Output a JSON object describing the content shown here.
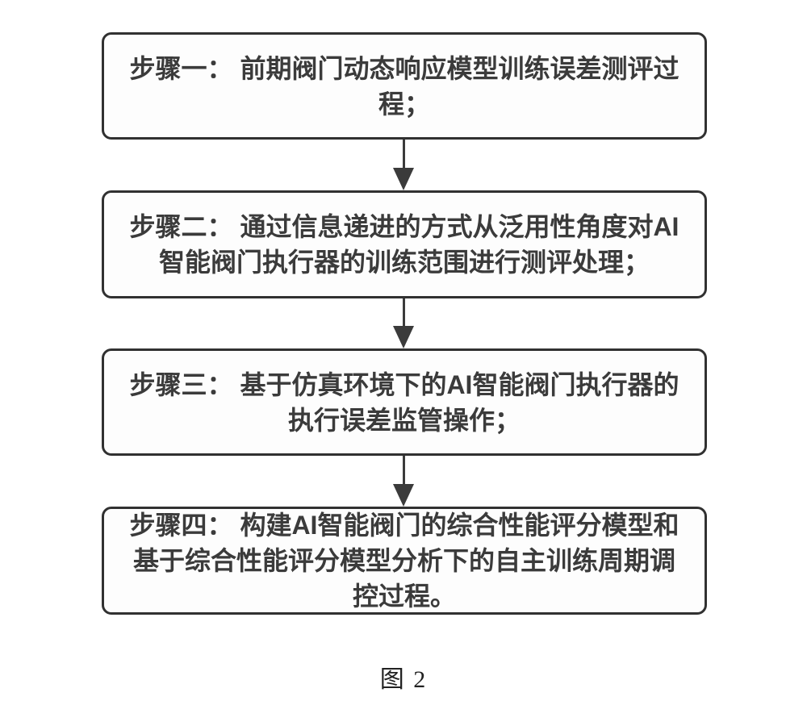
{
  "figure": {
    "caption": "图 2"
  },
  "flowchart": {
    "steps": [
      {
        "label": "步骤一： 前期阀门动态响应模型训练误差测评过\n程；"
      },
      {
        "label": "步骤二： 通过信息递进的方式从泛用性角度对AI\n智能阀门执行器的训练范围进行测评处理；"
      },
      {
        "label": "步骤三： 基于仿真环境下的AI智能阀门执行器的\n执行误差监管操作；"
      },
      {
        "label": "步骤四： 构建AI智能阀门的综合性能评分模型和\n基于综合性能评分模型分析下的自主训练周期调\n控过程。"
      }
    ]
  },
  "colors": {
    "background": "#ffffff",
    "box_fill": "#fdfdfd",
    "box_border": "#313131",
    "text": "#3b3b3b",
    "arrow": "#3b3b3b",
    "caption_text": "#222222"
  }
}
